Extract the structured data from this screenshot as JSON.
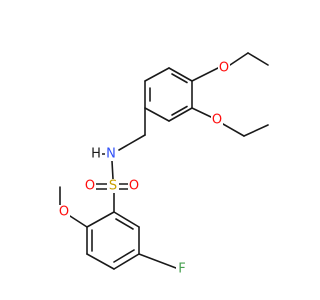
{
  "molecule": {
    "atom_labels": {
      "o_ethoxy_top": "O",
      "o_ethoxy_mid": "O",
      "n_amine": "N",
      "h_amine": "H",
      "s_sulfonyl": "S",
      "o_sulfonyl_left": "O",
      "o_sulfonyl_right": "O",
      "o_methoxy": "O",
      "f_fluoro": "F"
    },
    "colors": {
      "bond": "#1a1a1a",
      "oxygen": "#ff0d0d",
      "nitrogen": "#3050f8",
      "sulfur": "#c8a000",
      "fluorine": "#48a050"
    }
  }
}
